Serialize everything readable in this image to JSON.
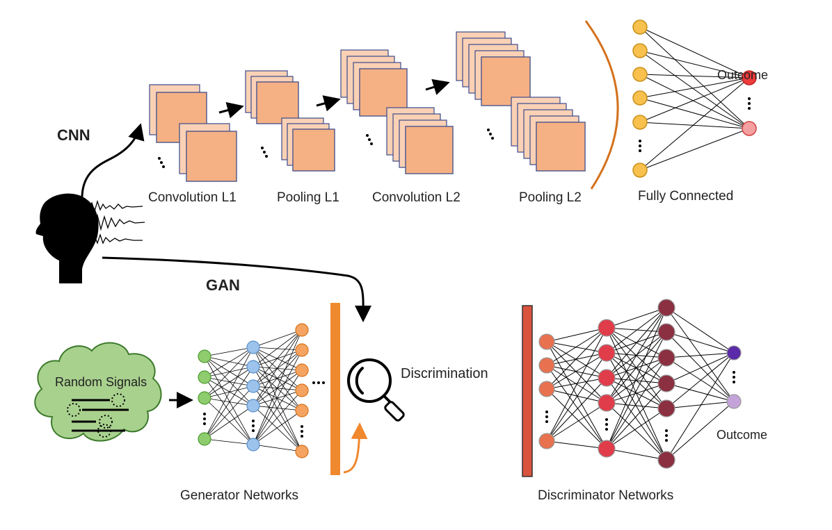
{
  "cnn": {
    "title": "CNN",
    "stages": [
      {
        "label": "Convolution L1"
      },
      {
        "label": "Pooling L1"
      },
      {
        "label": "Convolution L2"
      },
      {
        "label": "Pooling L2"
      }
    ],
    "fully_connected_label": "Fully Connected",
    "outcome_label": "Outcome",
    "colors": {
      "feature_map": "#f5b183",
      "feature_map_light": "#fad1b5",
      "feature_map_border": "#3b4a8c",
      "fc_node": "#f8c04d",
      "fc_node_border": "#c8901a",
      "outcome_node_1": "#ee3b3b",
      "outcome_node_2": "#f5a0a0",
      "arc": "#d4711c"
    }
  },
  "gan": {
    "title": "GAN",
    "random_signals_label": "Random Signals",
    "discrimination_label": "Discrimination",
    "generator_label": "Generator Networks",
    "discriminator_label": "Discriminator Networks",
    "outcome_label": "Outcome",
    "colors": {
      "cloud": "#a9d18e",
      "cloud_border": "#3c7a2a",
      "gen_in": "#8fcc6e",
      "gen_hidden": "#9cc3ec",
      "gen_out": "#f4a460",
      "gen_bar": "#f0882e",
      "disc_bar": "#d9533e",
      "disc_in": "#e8714f",
      "disc_h1": "#e03c4a",
      "disc_h2": "#8b3040",
      "disc_out_1": "#5b2aa8",
      "disc_out_2": "#c3a3d8"
    }
  },
  "icons": [
    "head-icon",
    "brain-signal-icon",
    "magnifier-icon"
  ]
}
